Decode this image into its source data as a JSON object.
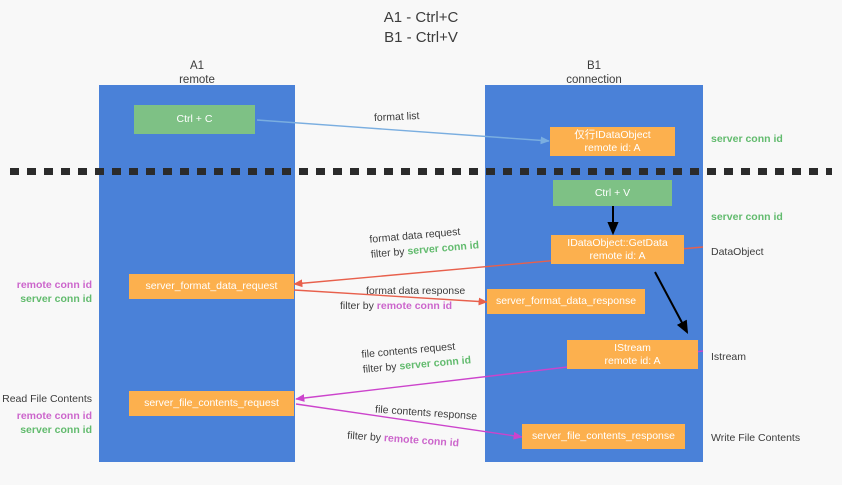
{
  "title": {
    "line1": "A1 - Ctrl+C",
    "line2": "B1 - Ctrl+V"
  },
  "colors": {
    "lane": "#4a81d8",
    "green_box": "#7ec185",
    "orange_box": "#fcb04e",
    "server_conn_id": "#62bb6e",
    "remote_conn_id": "#cc66cc",
    "arrow_format_list": "#7aaee0",
    "arrow_format_data": "#e8604c",
    "arrow_file_contents": "#cc44cc",
    "arrow_internal": "#000000",
    "background": "#f8f8f8",
    "divider": "#2b2b2b"
  },
  "lanes": [
    {
      "id": "a1",
      "title": "A1",
      "subtitle": "remote"
    },
    {
      "id": "b1",
      "title": "B1",
      "subtitle": "connection"
    }
  ],
  "boxes": {
    "ctrl_c": {
      "line1": "Ctrl + C",
      "line2": ""
    },
    "ctrl_v": {
      "line1": "Ctrl + V",
      "line2": ""
    },
    "idataobject_create": {
      "line1": "仅行IDataObject",
      "line2": "remote id: A"
    },
    "idataobject_getdata": {
      "line1": "IDataObject::GetData",
      "line2": "remote id: A"
    },
    "istream": {
      "line1": "IStream",
      "line2": "remote id: A"
    },
    "server_format_data_request": {
      "line1": "server_format_data_request",
      "line2": ""
    },
    "server_format_data_response": {
      "line1": "server_format_data_response",
      "line2": ""
    },
    "server_file_contents_request": {
      "line1": "server_file_contents_request",
      "line2": ""
    },
    "server_file_contents_response": {
      "line1": "server_file_contents_response",
      "line2": ""
    }
  },
  "right_labels": {
    "server_conn_id_top": "server conn id",
    "server_conn_id_mid": "server conn id",
    "dataobject": "DataObject",
    "istream": "Istream",
    "write_file_contents": "Write File Contents"
  },
  "left_labels": {
    "remote_conn_id_1": "remote conn id",
    "server_conn_id_1": "server conn id",
    "read_file_contents": "Read File Contents",
    "remote_conn_id_2": "remote conn id",
    "server_conn_id_2": "server conn id"
  },
  "annotations": {
    "format_list": "format list",
    "format_data_request": "format data request",
    "format_data_request_filter_prefix": "filter by ",
    "format_data_request_filter_value": "server conn id",
    "format_data_response": "format data response",
    "format_data_response_filter_prefix": "filter by ",
    "format_data_response_filter_value": "remote conn id",
    "file_contents_request": "file contents request",
    "file_contents_request_filter_prefix": "filter by ",
    "file_contents_request_filter_value": "server conn id",
    "file_contents_response": "file contents response",
    "file_contents_response_filter_prefix": "filter by ",
    "file_contents_response_filter_value": "remote conn id"
  }
}
